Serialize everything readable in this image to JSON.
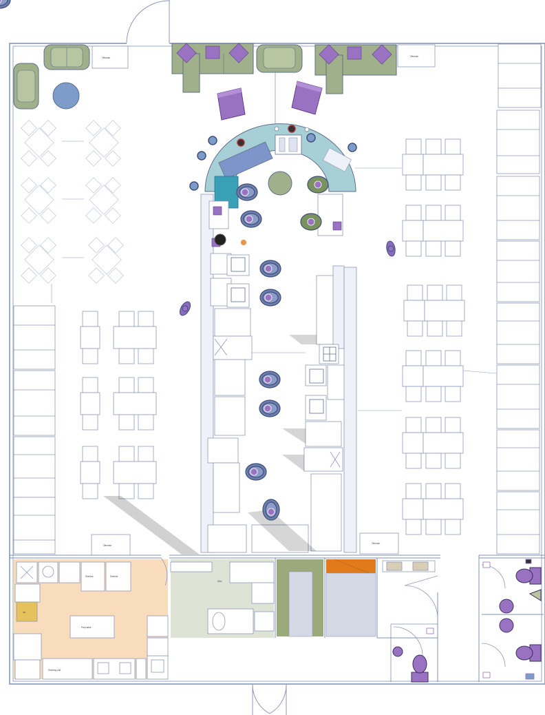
{
  "plan": {
    "colors": {
      "wall": "#7f8fb5",
      "furniture_fill": "#ffffff",
      "furniture_stroke": "#8e98b8",
      "sofa": "#9fb08a",
      "cushion": "#9a72c2",
      "armchair": "#9a72c2",
      "round_table": "#7e9cc9",
      "bar_counter": "#a7cfd6",
      "bar_top": "#7d95c8",
      "teal_box": "#3aa0b6",
      "person_body": "#6e7fae",
      "person_alt": "#7a9160",
      "person_standing": "#8a6bbf",
      "storage_room": "#f8dcbc",
      "dish_room": "#dfe3d5",
      "cold_room": "#9aaa7a",
      "freezer": "#e07a1a",
      "freezer_inner": "#d5d9e6",
      "yellow_box": "#e6c35a",
      "toilet": "#9a72c2",
      "diamond_table": "#ffffff"
    },
    "labels": {
      "sofa_table_left": "Ottoman",
      "sofa_table_right": "Ottoman",
      "bottom_left_table": "Ottoman",
      "bottom_right_table": "Ottoman",
      "storage_label_a": "Shelves",
      "storage_label_b": "Shelves",
      "storage_center": "Prep table",
      "storage_bottom": "Shelving unit",
      "ice_machine": "Ice",
      "dish_label": "Dish"
    }
  }
}
